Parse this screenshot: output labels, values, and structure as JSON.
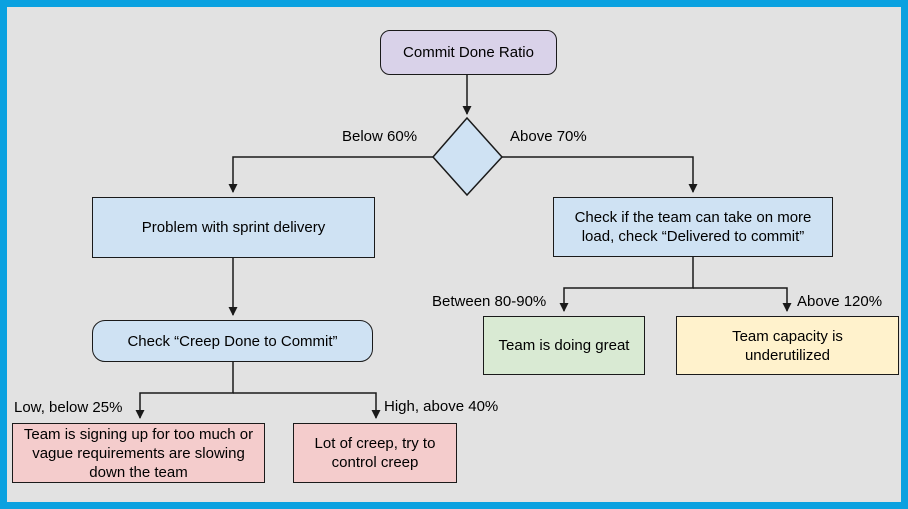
{
  "frame": {
    "border_color": "#0aa1e0",
    "canvas_bg": "#e2e2e2"
  },
  "colors": {
    "root_fill": "#d9d2e9",
    "process_fill": "#cfe2f3",
    "risk_fill": "#f4cccc",
    "good_fill": "#d9ead3",
    "caution_fill": "#fff2cc",
    "stroke": "#1a1a1a"
  },
  "nodes": {
    "root": {
      "label": "Commit Done Ratio",
      "type": "start"
    },
    "decision": {
      "type": "decision"
    },
    "problem": {
      "label": "Problem with sprint delivery",
      "type": "process"
    },
    "check_more_load": {
      "label": "Check if the team can take on more load, check “Delivered to commit”",
      "type": "process"
    },
    "check_creep": {
      "label": "Check “Creep Done to Commit”",
      "type": "process"
    },
    "too_much": {
      "label": "Team is signing up for too much or vague requirements are slowing down the team",
      "type": "outcome-risk"
    },
    "lot_of_creep": {
      "label": "Lot of creep, try to control creep",
      "type": "outcome-risk"
    },
    "doing_great": {
      "label": "Team is doing great",
      "type": "outcome-good"
    },
    "underutilized": {
      "label": "Team capacity is underutilized",
      "type": "outcome-caution"
    }
  },
  "edge_labels": {
    "below_60": "Below 60%",
    "above_70": "Above 70%",
    "low_below_25": "Low, below 25%",
    "high_above_40": "High, above 40%",
    "between_80_90": "Between 80-90%",
    "above_120": "Above 120%"
  }
}
